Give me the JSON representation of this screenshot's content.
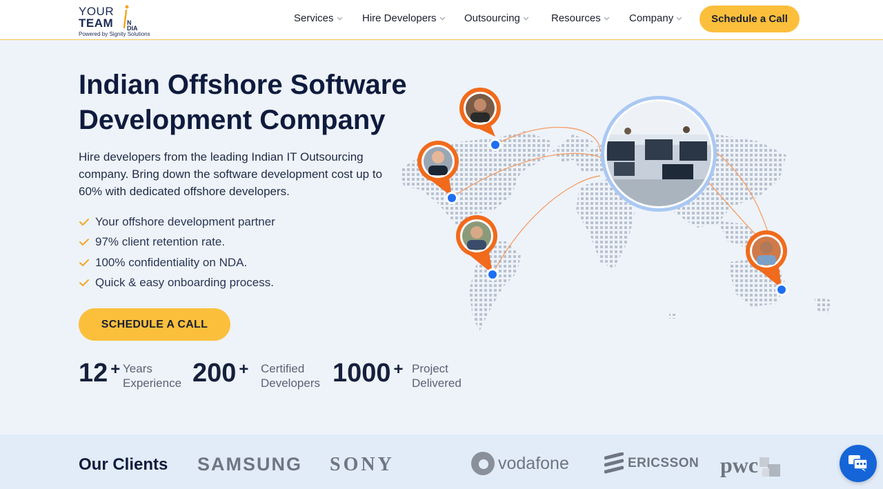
{
  "logo": {
    "line1": "YOUR",
    "line2": "TEAM",
    "ndia_n": "N",
    "ndia_rest": "DIA",
    "powered": "Powered by Signity Solutions"
  },
  "nav": {
    "items": [
      {
        "label": "Services"
      },
      {
        "label": "Hire Developers"
      },
      {
        "label": "Outsourcing"
      },
      {
        "label": "Resources"
      },
      {
        "label": "Company"
      }
    ],
    "cta": "Schedule a Call"
  },
  "hero": {
    "title_line1": "Indian Offshore Software",
    "title_line2": "Development Company",
    "subtitle": "Hire developers from the leading Indian IT Outsourcing company. Bring down the software development cost up to 60% with dedicated offshore developers.",
    "features": [
      "Your offshore development partner",
      "97% client retention rate.",
      "100% confidentiality on NDA.",
      "Quick & easy onboarding process."
    ],
    "cta": "SCHEDULE A CALL"
  },
  "stats": [
    {
      "number": "12",
      "plus": "+",
      "label1": "Years",
      "label2": "Experience"
    },
    {
      "number": "200",
      "plus": "+",
      "label1": "Certified",
      "label2": "Developers"
    },
    {
      "number": "1000",
      "plus": "+",
      "label1": "Project",
      "label2": "Delivered"
    }
  ],
  "clients": {
    "title": "Our Clients",
    "logos": [
      "SAMSUNG",
      "SONY",
      "vodafone",
      "ERICSSON",
      "pwc"
    ]
  },
  "colors": {
    "accent": "#fbbf3c",
    "navy": "#0f1b3d",
    "pin": "#f26a1b",
    "dot": "#1d6ff2"
  },
  "chat": {
    "icon": "chat-bubble-icon"
  }
}
